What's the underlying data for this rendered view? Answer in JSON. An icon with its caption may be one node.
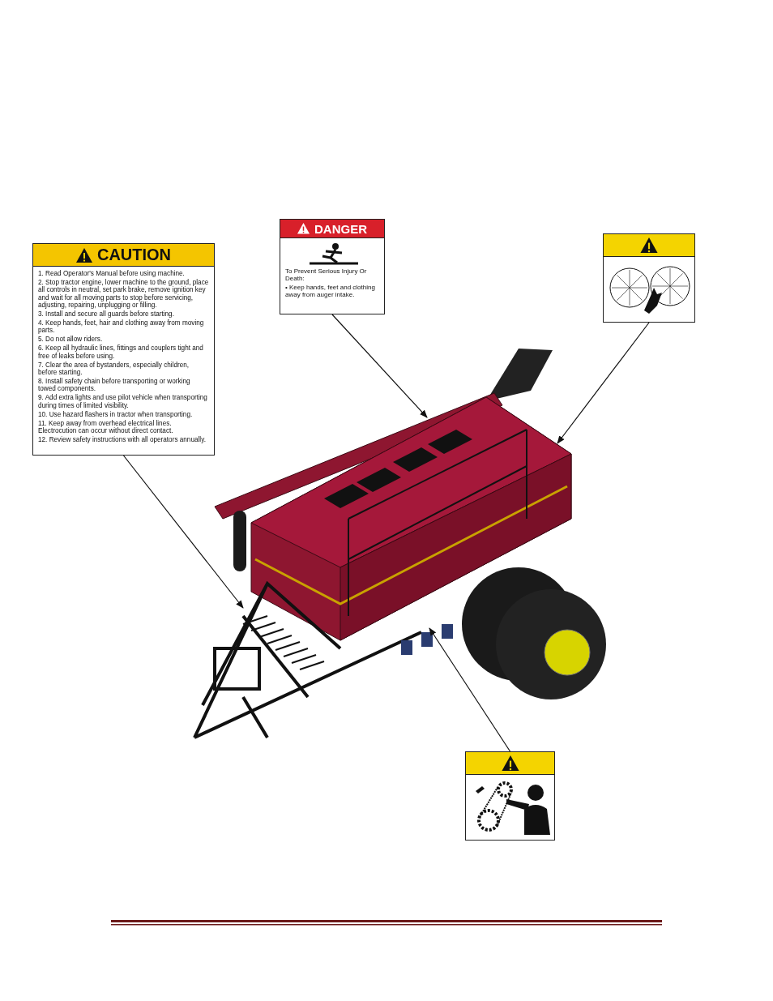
{
  "diagram": {
    "nodes": [
      {
        "text": [
          "CAUTION",
          "1. Read Operator's Manual before using machine.",
          "2. Stop tractor engine, lower machine to the ground, place all controls in neutral, set park brake, remove ignition key and wait for all moving parts to stop before servicing, adjusting, repairing, unplugging or filling.",
          "3. Install and secure all guards before starting.",
          "4. Keep hands, feet, hair and clothing away from moving parts.",
          "5. Do not allow riders.",
          "6. Keep all hydraulic lines, fittings and couplers tight and free of leaks before using.",
          "7. Clear the area of bystanders, especially children, before starting.",
          "8. Install safety chain before transporting or working towed components.",
          "9. Add extra lights and use pilot vehicle when transporting during times of limited visibility.",
          "10. Use hazard flashers in tractor when transporting.",
          "11. Keep away from overhead electrical lines. Electrocution can occur without direct contact.",
          "12. Review safety instructions with all operators annually."
        ]
      },
      {
        "text": [
          "DANGER",
          "To Prevent Serious Injury Or Death:",
          "• Keep hands, feet and clothing away from auger intake."
        ]
      },
      {
        "text": [],
        "shape": "picture"
      },
      {
        "text": [],
        "shape": "picture"
      }
    ],
    "edges": [
      {
        "from": 0,
        "to": null,
        "arrow": "to"
      },
      {
        "from": 1,
        "to": null,
        "arrow": "to"
      },
      {
        "from": 2,
        "to": null,
        "arrow": "to"
      },
      {
        "from": 3,
        "to": null,
        "arrow": "to"
      }
    ]
  }
}
